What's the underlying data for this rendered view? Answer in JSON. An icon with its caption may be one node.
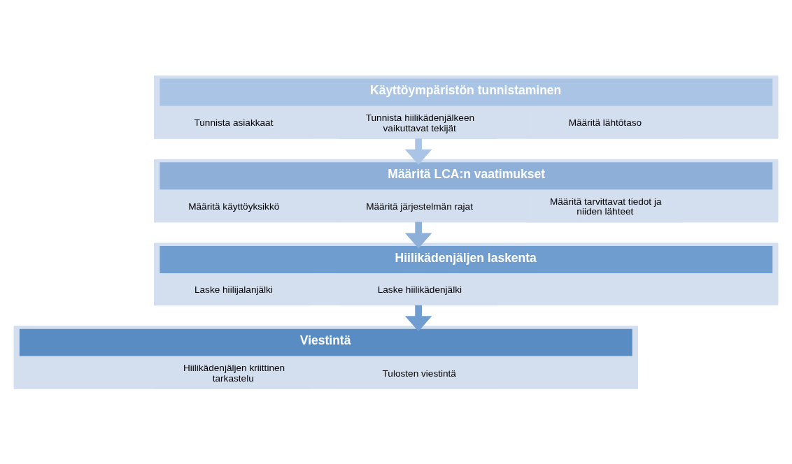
{
  "diagram": {
    "nodes": [
      {
        "text": [
          "Käyttöympäristön tunnistaminen"
        ]
      },
      {
        "text": [
          "Tunnista asiakkaat"
        ],
        "in": 0
      },
      {
        "text": [
          "Tunnista hiilikädenjälkeen vaikuttavat tekijät"
        ],
        "in": 0
      },
      {
        "text": [
          "Määritä lähtötaso"
        ],
        "in": 0
      },
      {
        "text": [
          "Määritä LCA:n vaatimukset"
        ]
      },
      {
        "text": [
          "Määritä käyttöyksikkö"
        ],
        "in": 4
      },
      {
        "text": [
          "Määritä järjestelmän rajat"
        ],
        "in": 4
      },
      {
        "text": [
          "Määritä tarvittavat tiedot ja niiden lähteet"
        ],
        "in": 4
      },
      {
        "text": [
          "Hiilikädenjäljen laskenta"
        ]
      },
      {
        "text": [
          "Laske hiilijalanjälki"
        ],
        "in": 8
      },
      {
        "text": [
          "Laske hiilikädenjälki"
        ],
        "in": 8
      },
      {
        "text": [
          "Viestintä"
        ]
      },
      {
        "text": [
          "Hiilikädenjäljen kriittinen tarkastelu"
        ],
        "in": 11
      },
      {
        "text": [
          "Tulosten viestintä"
        ],
        "in": 11
      }
    ],
    "edges": [
      {
        "from": 0,
        "to": 4,
        "arrow": "to",
        "color": "#a9c4e4"
      },
      {
        "from": 4,
        "to": 8,
        "arrow": "to",
        "color": "#8eb0d8"
      },
      {
        "from": 8,
        "to": 11,
        "arrow": "to",
        "color": "#6f9dcf"
      }
    ]
  }
}
